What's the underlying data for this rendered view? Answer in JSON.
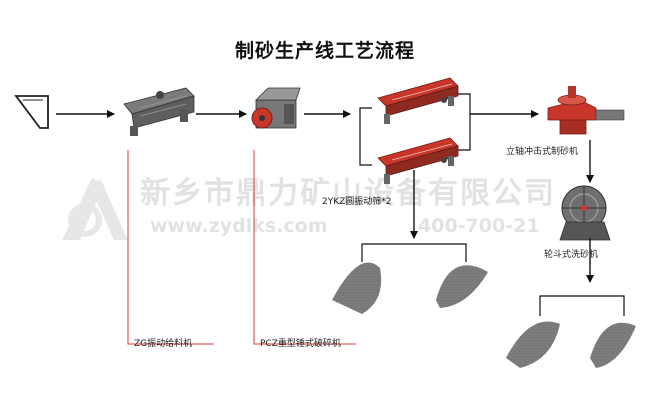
{
  "title": "制砂生产线工艺流程",
  "watermark": {
    "company": "新乡市鼎力矿山设备有限公司",
    "url": "www.zydlks.com",
    "phone": "400-700-21"
  },
  "equipment": {
    "feeder": "ZG振动给料机",
    "crusher": "PCZ重型锤式破碎机",
    "screen": "2YKZ圆振动筛*2",
    "sand_maker": "立轴冲击式制砂机",
    "washer": "轮斗式洗砂机"
  },
  "colors": {
    "machine_red": "#c8362a",
    "machine_gray": "#6f6f6f",
    "leader_line": "#d43c3c",
    "arrow": "#111111"
  }
}
